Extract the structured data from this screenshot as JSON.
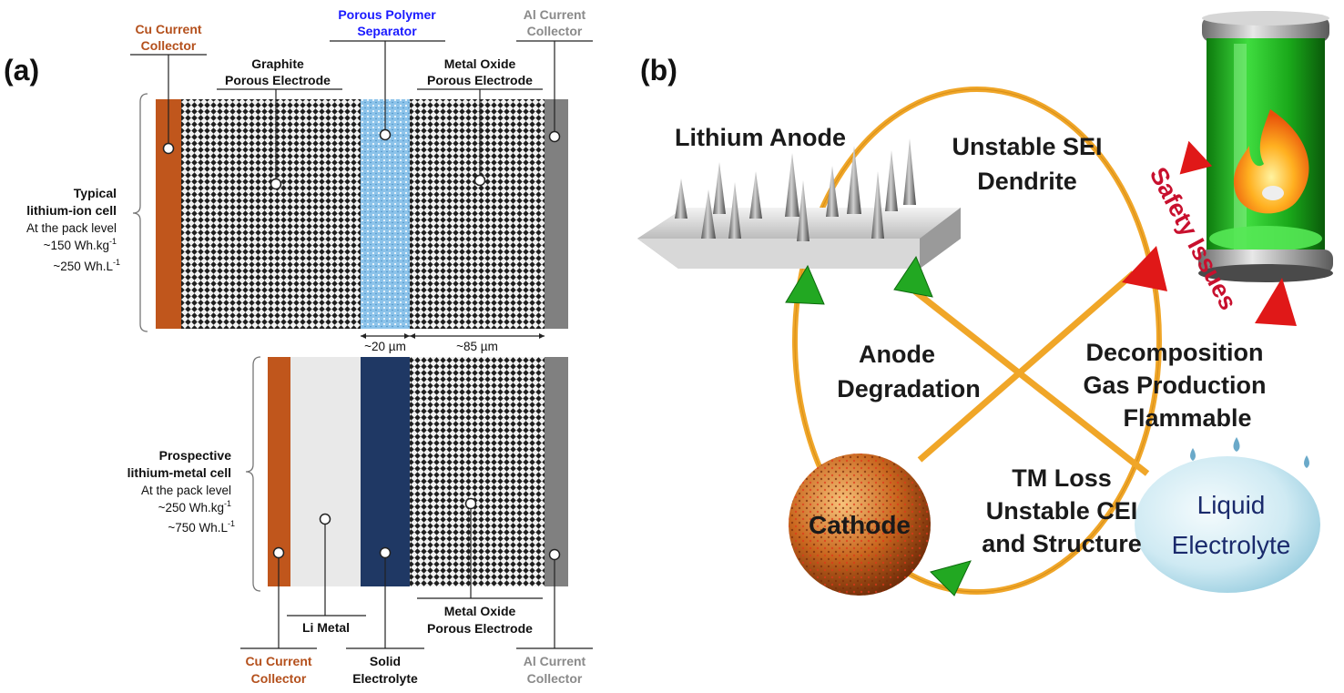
{
  "panel_a": {
    "tag": "(a)",
    "top_labels": {
      "cu_line1": "Cu Current",
      "cu_line2": "Collector",
      "graphite_line1": "Graphite",
      "graphite_line2": "Porous Electrode",
      "separator_line1": "Porous Polymer",
      "separator_line2": "Separator",
      "metal_oxide_line1": "Metal Oxide",
      "metal_oxide_line2": "Porous Electrode",
      "al_line1": "Al Current",
      "al_line2": "Collector"
    },
    "typical_cell": {
      "line1": "Typical",
      "line2": "lithium-ion cell",
      "line3": "At the pack level",
      "line4": "~150 Wh.kg",
      "line4_sup": "-1",
      "line5": "~250 Wh.L",
      "line5_sup": "-1"
    },
    "dimensions": {
      "separator_thickness": "~20 µm",
      "cathode_thickness": "~85 µm"
    },
    "prospective_cell": {
      "line1": "Prospective",
      "line2": "lithium-metal cell",
      "line3": "At the pack level",
      "line4": "~250 Wh.kg",
      "line4_sup": "-1",
      "line5": "~750 Wh.L",
      "line5_sup": "-1"
    },
    "bottom_labels": {
      "li_metal": "Li Metal",
      "metal_oxide_line1": "Metal Oxide",
      "metal_oxide_line2": "Porous Electrode",
      "cu_line1": "Cu Current",
      "cu_line2": "Collector",
      "solid_line1": "Solid",
      "solid_line2": "Electrolyte",
      "al_line1": "Al Current",
      "al_line2": "Collector"
    },
    "colors": {
      "copper": "#c0561c",
      "aluminum": "#808080",
      "separator": "#8cc3ea",
      "solid_electrolyte": "#1f3864",
      "li_metal": "#e9e9e9"
    }
  },
  "panel_b": {
    "tag": "(b)",
    "lithium_anode": "Lithium Anode",
    "unstable_sei_line1": "Unstable SEI",
    "unstable_sei_line2": "Dendrite",
    "safety_issues": "Safety Issues",
    "anode_deg_line1": "Anode",
    "anode_deg_line2": "Degradation",
    "decomp_line1": "Decomposition",
    "decomp_line2": "Gas Production",
    "decomp_line3": "Flammable",
    "tm_loss_line1": "TM Loss",
    "tm_loss_line2": "Unstable CEI",
    "tm_loss_line3": "and Structure",
    "cathode": "Cathode",
    "liquid_line1": "Liquid",
    "liquid_line2": "Electrolyte",
    "colors": {
      "loop": "#f0a628",
      "arrow_green": "#22a822",
      "arrow_red": "#e01818",
      "safety_text": "#c8102e",
      "electrolyte_text": "#1a2a6c"
    }
  }
}
